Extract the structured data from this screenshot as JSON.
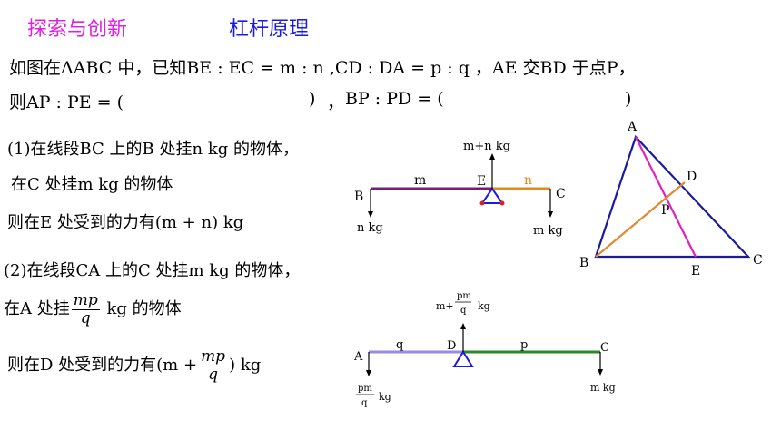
{
  "header": {
    "left": "探索与创新",
    "right": "杠杆原理",
    "left_color": "#e020e0",
    "right_color": "#1a1ae0"
  },
  "problem": {
    "line1": "如图在ΔABC 中，已知BE : EC = m : n ,CD : DA = p : q ，AE 交BD 于点P，",
    "line2a": "则AP : PE = (",
    "line2b": ")",
    "line2c": "，",
    "line2d": "BP : PD = (",
    "line2e": ")"
  },
  "part1": {
    "l1": "(1)在线段BC 上的B 处挂n kg 的物体，",
    "l2": "在C 处挂m kg 的物体",
    "l3": "则在E 处受到的力有(m + n)  kg"
  },
  "part2": {
    "l1": "(2)在线段CA 上的C 处挂m kg 的物体，",
    "l2a": "在A 处挂",
    "l2num": "mp",
    "l2den": "q",
    "l2b": " kg 的物体",
    "l3a": "则在D 处受到的力有(m +",
    "l3num": "mp",
    "l3den": "q",
    "l3b": ")  kg"
  },
  "lever1": {
    "B": "B",
    "C": "C",
    "E": "E",
    "m": "m",
    "n": "n",
    "top_force": "m+n  kg",
    "left_force": "n kg",
    "right_force": "m kg",
    "left_color": "#7a1a7a",
    "right_color": "#e08a20"
  },
  "lever2": {
    "A": "A",
    "C": "C",
    "D": "D",
    "q": "q",
    "p": "p",
    "top_prefix": "m+",
    "top_num": "pm",
    "top_den": "q",
    "top_unit": "kg",
    "left_num": "pm",
    "left_den": "q",
    "left_unit": "kg",
    "right_force": "m kg",
    "left_color": "#9a8ae0",
    "right_color": "#2a8a2a"
  },
  "triangle": {
    "A": "A",
    "B": "B",
    "C": "C",
    "D": "D",
    "E": "E",
    "P": "P",
    "edge_color": "#1a1aa0",
    "ae_color": "#e020c0",
    "bd_color": "#e08a30"
  }
}
